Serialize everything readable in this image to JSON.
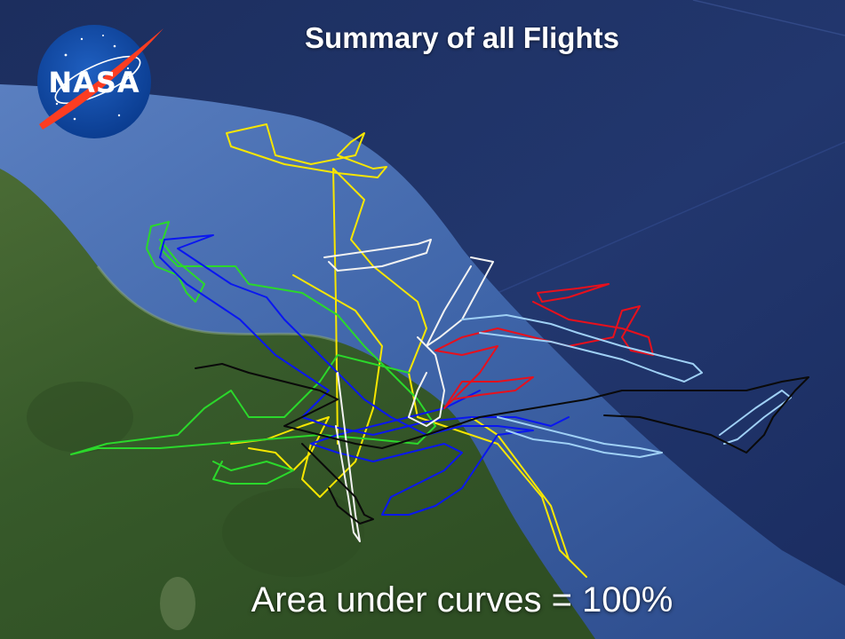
{
  "title": "Summary of all Flights",
  "caption": "Area under curves  = 100%",
  "logo": {
    "text": "NASA",
    "icon": "nasa-meatball-logo"
  },
  "colors": {
    "ocean_deep": "#1a2d62",
    "ocean_shallow": "#3f66a8",
    "land": "#3a5a2c",
    "flight_yellow": "#f7e600",
    "flight_green": "#2bd82b",
    "flight_blue": "#0a17f0",
    "flight_white": "#f2f2f2",
    "flight_red": "#e8101c",
    "flight_lightblue": "#9fd0f5",
    "flight_black": "#0a0a0a"
  },
  "flights": [
    {
      "color": "flight_yellow"
    },
    {
      "color": "flight_green"
    },
    {
      "color": "flight_blue"
    },
    {
      "color": "flight_white"
    },
    {
      "color": "flight_red"
    },
    {
      "color": "flight_lightblue"
    },
    {
      "color": "flight_black"
    }
  ]
}
